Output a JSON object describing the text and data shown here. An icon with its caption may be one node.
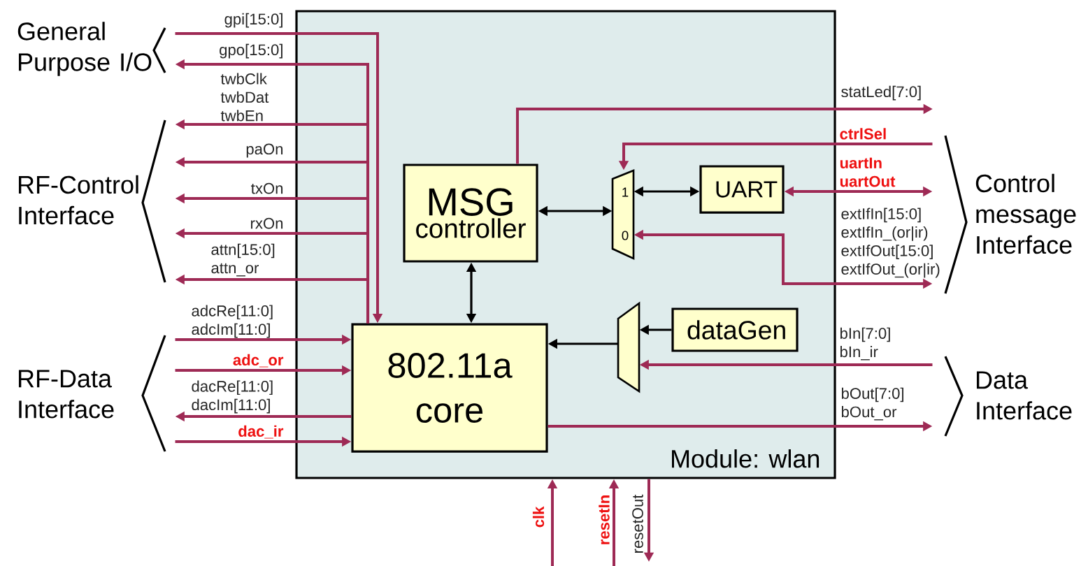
{
  "diagram": {
    "nodes": [
      {
        "text": [
          "Module: wlan"
        ]
      },
      {
        "text": [
          "MSG",
          "controller"
        ],
        "in": 0
      },
      {
        "text": [
          "802.11a core"
        ],
        "in": 0
      },
      {
        "text": [
          "UART"
        ],
        "in": 0
      },
      {
        "text": [
          "dataGen"
        ],
        "in": 0
      },
      {
        "text": [
          "1",
          "0"
        ],
        "in": 0
      },
      {
        "text": [],
        "shape": "trapezoid",
        "in": 0
      },
      {
        "text": [
          "General Purpose I/O"
        ]
      },
      {
        "text": [
          "RF-Control Interface"
        ]
      },
      {
        "text": [
          "RF-Data Interface"
        ]
      },
      {
        "text": [
          "Control message Interface"
        ]
      },
      {
        "text": [
          "Data Interface"
        ]
      }
    ],
    "edges": [
      {
        "from": 7,
        "to": 2,
        "arrow": "to",
        "label": "gpi[15:0]"
      },
      {
        "from": 2,
        "to": 7,
        "arrow": "to",
        "label": "gpo[15:0]"
      },
      {
        "from": 2,
        "to": 8,
        "arrow": "to",
        "label": "twbClk twbDat twbEn"
      },
      {
        "from": 2,
        "to": 8,
        "arrow": "to",
        "label": "paOn"
      },
      {
        "from": 2,
        "to": 8,
        "arrow": "to",
        "label": "txOn"
      },
      {
        "from": 2,
        "to": 8,
        "arrow": "to",
        "label": "rxOn"
      },
      {
        "from": 2,
        "to": 8,
        "arrow": "to",
        "label": "attn[15:0] attn_or"
      },
      {
        "from": 9,
        "to": 2,
        "arrow": "to",
        "label": "adcRe[11:0] adcIm[11:0]"
      },
      {
        "from": 9,
        "to": 2,
        "arrow": "to",
        "label": "adc_or"
      },
      {
        "from": 2,
        "to": 9,
        "arrow": "to",
        "label": "dacRe[11:0] dacIm[11:0]"
      },
      {
        "from": 9,
        "to": 2,
        "arrow": "to",
        "label": "dac_ir"
      },
      {
        "from": 1,
        "to": null,
        "arrow": "to",
        "label": "statLed[7:0]"
      },
      {
        "from": 10,
        "to": 5,
        "arrow": "to",
        "label": "ctrlSel"
      },
      {
        "from": 3,
        "to": 10,
        "arrow": "both",
        "label": "uartIn uartOut"
      },
      {
        "from": 5,
        "to": 10,
        "arrow": "both",
        "label": "extIfIn[15:0] extIfIn_(or|ir) extIfOut[15:0] extIfOut_(or|ir)"
      },
      {
        "from": 1,
        "to": 5,
        "arrow": "both",
        "color": "#000000"
      },
      {
        "from": 5,
        "to": 3,
        "arrow": "both",
        "color": "#000000"
      },
      {
        "from": 1,
        "to": 2,
        "arrow": "both",
        "color": "#000000"
      },
      {
        "from": 4,
        "to": 6,
        "arrow": "to",
        "color": "#000000"
      },
      {
        "from": 6,
        "to": 2,
        "arrow": "to",
        "color": "#000000"
      },
      {
        "from": 11,
        "to": 6,
        "arrow": "to",
        "label": "bIn[7:0] bIn_ir"
      },
      {
        "from": 2,
        "to": 11,
        "arrow": "to",
        "label": "bOut[7:0] bOut_or"
      },
      {
        "from": null,
        "to": 0,
        "arrow": "to",
        "label": "clk"
      },
      {
        "from": null,
        "to": 0,
        "arrow": "to",
        "label": "resetIn"
      },
      {
        "from": 0,
        "to": null,
        "arrow": "to",
        "label": "resetOut"
      }
    ]
  }
}
